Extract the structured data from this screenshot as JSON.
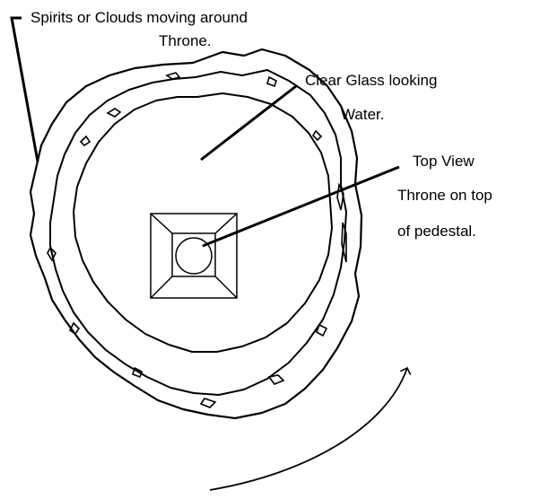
{
  "labels": {
    "spirits_line1": "Spirits or Clouds moving around",
    "spirits_line2": "Throne.",
    "glass_line1": "Clear Glass looking",
    "glass_line2": "Water.",
    "topview_line1": "Top View",
    "topview_line2": "Throne on top",
    "topview_line3": "of pedestal."
  },
  "colors": {
    "ink": "#000000",
    "background": "#ffffff"
  }
}
